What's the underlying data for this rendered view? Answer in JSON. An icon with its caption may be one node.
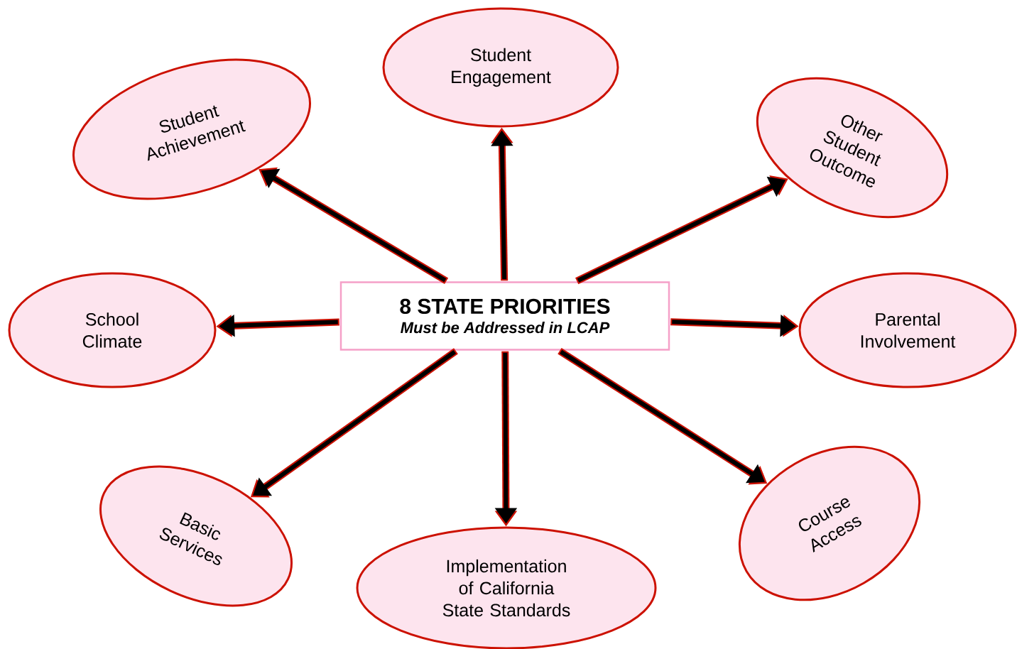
{
  "diagram": {
    "nodes": [
      {
        "text": [
          "8 STATE PRIORITIES",
          "Must be Addressed in LCAP"
        ]
      },
      {
        "text": [
          "Student Achievement"
        ]
      },
      {
        "text": [
          "Student Engagement"
        ]
      },
      {
        "text": [
          "Other Student Outcome"
        ]
      },
      {
        "text": [
          "School Climate"
        ]
      },
      {
        "text": [
          "Parental Involvement"
        ]
      },
      {
        "text": [
          "Basic Services"
        ]
      },
      {
        "text": [
          "Implementation of California State Standards"
        ]
      },
      {
        "text": [
          "Course Access"
        ]
      }
    ],
    "edges": [
      {
        "from": 0,
        "to": 1,
        "arrow": "to"
      },
      {
        "from": 0,
        "to": 2,
        "arrow": "to"
      },
      {
        "from": 0,
        "to": 3,
        "arrow": "to"
      },
      {
        "from": 0,
        "to": 4,
        "arrow": "to"
      },
      {
        "from": 0,
        "to": 5,
        "arrow": "to"
      },
      {
        "from": 0,
        "to": 6,
        "arrow": "to"
      },
      {
        "from": 0,
        "to": 7,
        "arrow": "to"
      },
      {
        "from": 0,
        "to": 8,
        "arrow": "to"
      }
    ]
  }
}
